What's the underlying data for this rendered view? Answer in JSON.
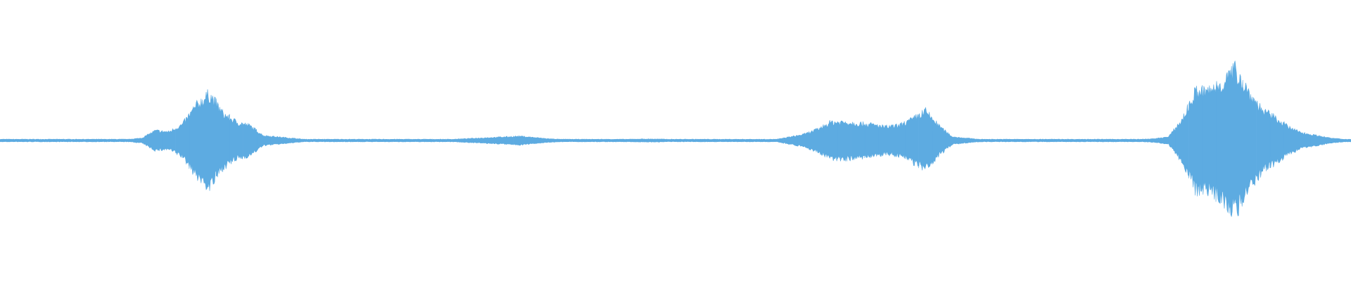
{
  "chart_data": {
    "type": "area",
    "description_of_axes": "",
    "title": "",
    "xlabel": "",
    "ylabel": "",
    "grid": false,
    "legend": "none",
    "color": "#5DABE1",
    "background": "#FFFFFF",
    "ylim": [
      -1,
      1
    ],
    "series": [
      {
        "amplitude_envelope": [
          0.01,
          0.01,
          0.01,
          0.01,
          0.01,
          0.01,
          0.01,
          0.01,
          0.01,
          0.01,
          0.02,
          0.08,
          0.07,
          0.13,
          0.28,
          0.38,
          0.22,
          0.15,
          0.12,
          0.04,
          0.03,
          0.02,
          0.01,
          0.01,
          0.01,
          0.01,
          0.01,
          0.01,
          0.01,
          0.01,
          0.01,
          0.01,
          0.01,
          0.01,
          0.015,
          0.02,
          0.025,
          0.03,
          0.035,
          0.025,
          0.015,
          0.01,
          0.01,
          0.01,
          0.01,
          0.01,
          0.01,
          0.012,
          0.012,
          0.01,
          0.01,
          0.01,
          0.01,
          0.01,
          0.01,
          0.01,
          0.01,
          0.01,
          0.03,
          0.05,
          0.09,
          0.15,
          0.15,
          0.14,
          0.13,
          0.11,
          0.12,
          0.17,
          0.24,
          0.12,
          0.03,
          0.02,
          0.01,
          0.01,
          0.01,
          0.01,
          0.01,
          0.01,
          0.01,
          0.01,
          0.01,
          0.01,
          0.01,
          0.01,
          0.01,
          0.015,
          0.03,
          0.17,
          0.4,
          0.4,
          0.48,
          0.58,
          0.38,
          0.24,
          0.18,
          0.1,
          0.06,
          0.04,
          0.02,
          0.01
        ]
      }
    ]
  }
}
